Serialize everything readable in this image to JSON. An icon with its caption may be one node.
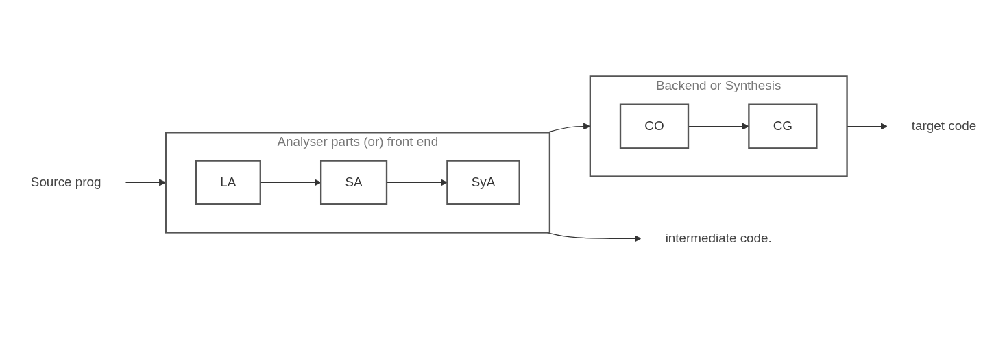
{
  "diagram": {
    "nodes": [
      {
        "text": [
          "Source prog"
        ]
      },
      {
        "text": [
          "Analyser parts (or) front end"
        ]
      },
      {
        "text": [
          "LA"
        ],
        "in": 1
      },
      {
        "text": [
          "SA"
        ],
        "in": 1
      },
      {
        "text": [
          "SyA"
        ],
        "in": 1
      },
      {
        "text": [
          "Backend or Synthesis"
        ]
      },
      {
        "text": [
          "CO"
        ],
        "in": 5
      },
      {
        "text": [
          "CG"
        ],
        "in": 5
      },
      {
        "text": [
          "target code"
        ]
      },
      {
        "text": [
          "intermediate code."
        ]
      }
    ],
    "edges": [
      {
        "from": 0,
        "to": 1,
        "arrow": "to"
      },
      {
        "from": 2,
        "to": 3,
        "arrow": "to"
      },
      {
        "from": 3,
        "to": 4,
        "arrow": "to"
      },
      {
        "from": 1,
        "to": 5,
        "arrow": "to"
      },
      {
        "from": 1,
        "to": 9,
        "arrow": "to"
      },
      {
        "from": 6,
        "to": 7,
        "arrow": "to"
      },
      {
        "from": 5,
        "to": 8,
        "arrow": "to"
      }
    ]
  }
}
